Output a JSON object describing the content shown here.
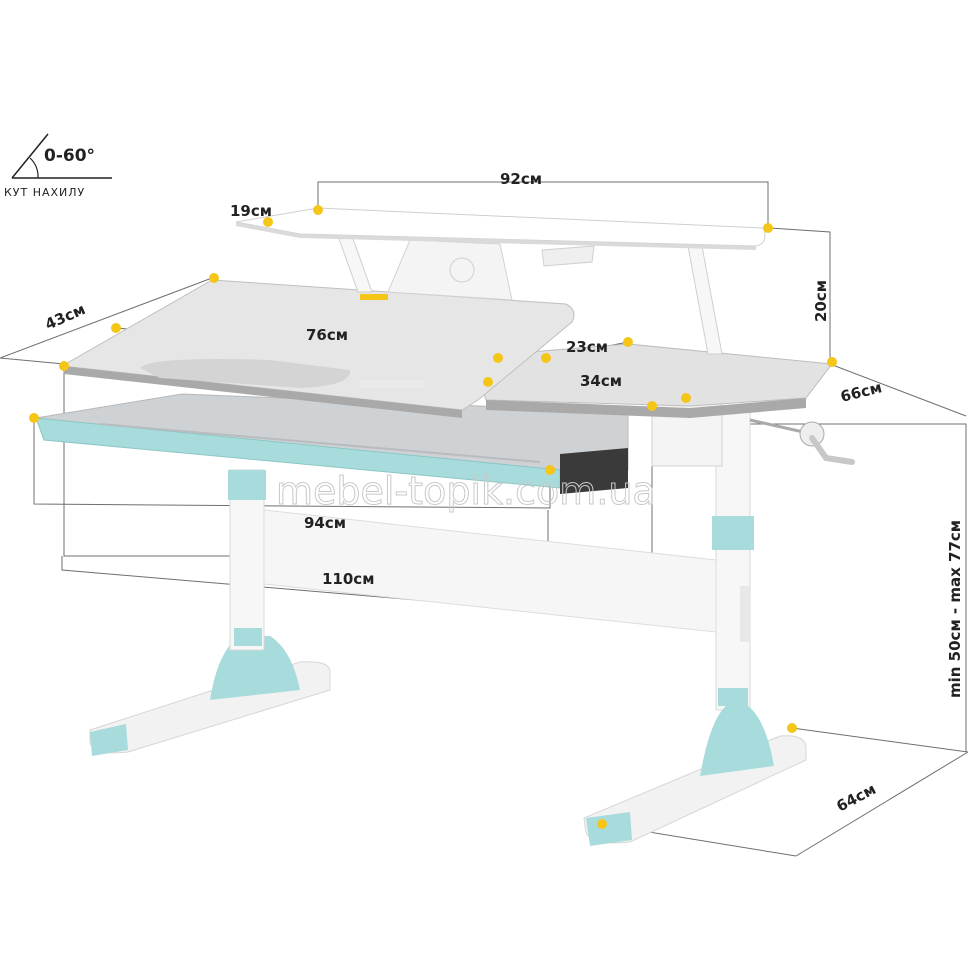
{
  "tilt": {
    "value": "0-60°",
    "caption": "КУТ НАХИЛУ"
  },
  "dimensions": {
    "shelf_width": "92см",
    "shelf_depth": "19см",
    "shelf_height": "20см",
    "tilt_top_depth": "43см",
    "tilt_top_width": "76см",
    "fixed_top_depth": "23см",
    "fixed_top_width": "34см",
    "desk_depth": "66см",
    "drawer_width": "94см",
    "desk_width": "110см",
    "height_range": "min 50см - max 77см",
    "base_depth": "64см"
  },
  "watermark": "mebel-topik.com.ua",
  "colors": {
    "accent": "#9fd8d8",
    "desktop": "#e4e4e4",
    "frame": "#f4f4f4",
    "marker": "#f5c518"
  }
}
